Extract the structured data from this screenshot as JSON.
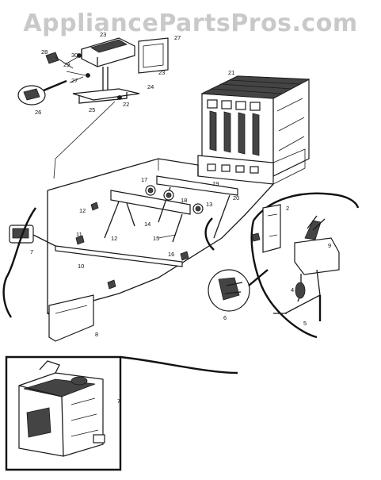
{
  "watermark": "AppliancePartsPros.com",
  "callouts": {
    "c2": "2",
    "c4": "4",
    "c5": "5",
    "c6": "6",
    "c7": "7",
    "c8": "8",
    "c9": "9",
    "c10": "10",
    "c11": "11",
    "c12": "12",
    "c13": "13",
    "c14": "14",
    "c15": "15",
    "c16": "16",
    "c17": "17",
    "c18": "18",
    "c19": "19",
    "c20": "20",
    "c21": "21",
    "c22": "22",
    "c23": "23",
    "c24": "24",
    "c25": "25",
    "c26": "26",
    "c27": "27",
    "c28": "28",
    "c29": "29",
    "c30": "30"
  }
}
